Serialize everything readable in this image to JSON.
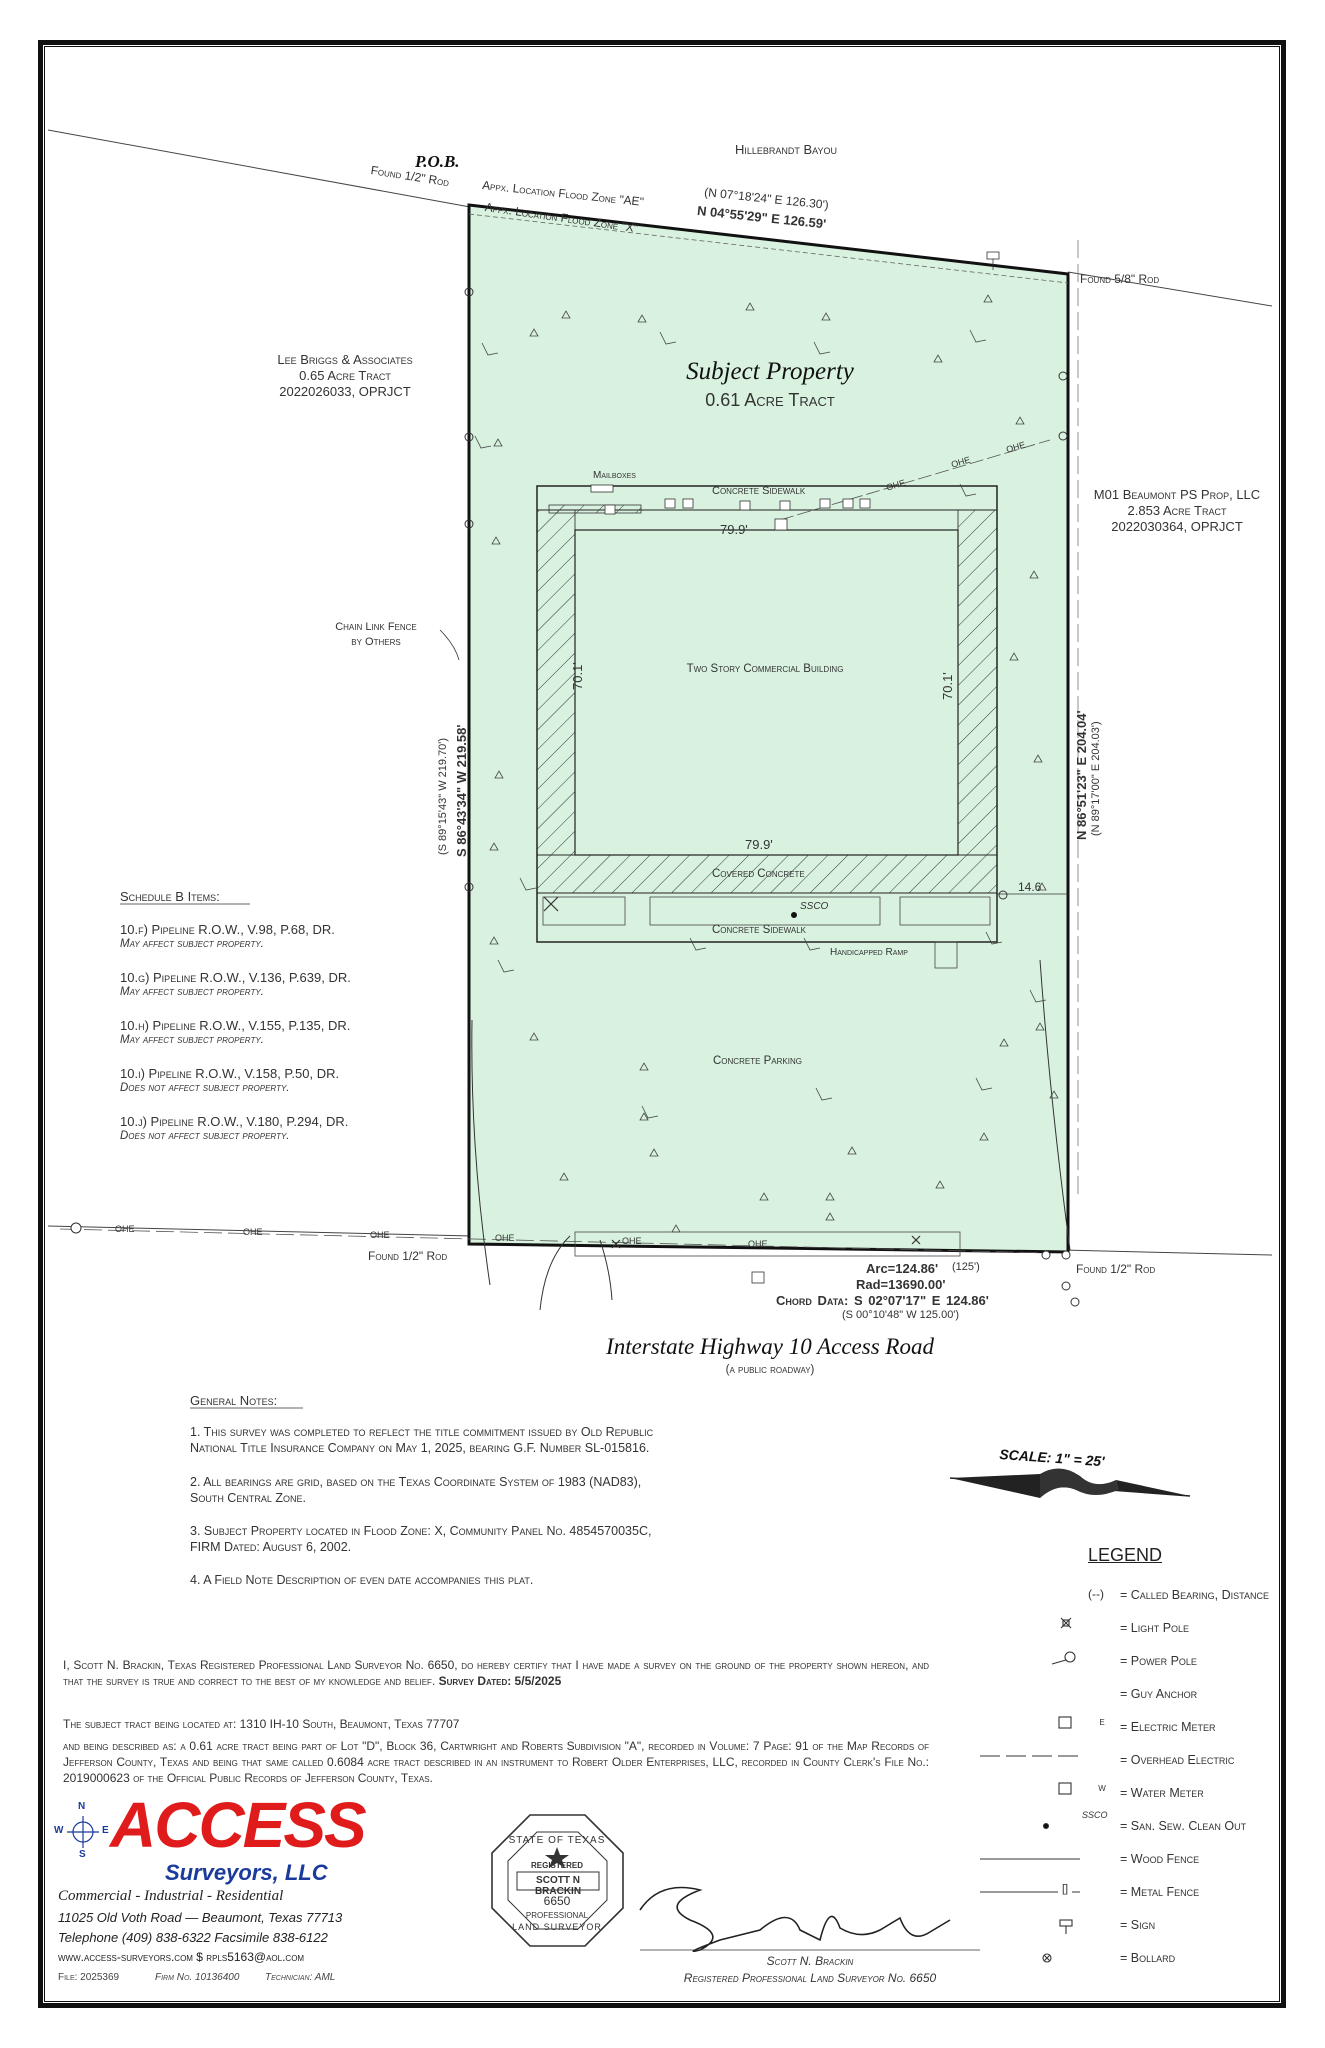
{
  "water_body": "Hillebrandt Bayou",
  "pob": "P.O.B.",
  "corners": {
    "nw": "Found 1/2\" Rod",
    "ne": "Found 5/8\" Rod",
    "sw": "Found 1/2\" Rod",
    "se": "Found 1/2\" Rod"
  },
  "flood_zones": {
    "ae": "Appx. Location Flood Zone \"AE\"",
    "x": "Appx. Location Flood Zone \"X\""
  },
  "boundaries": {
    "north_called": "(N 07°18'24\" E  126.30')",
    "north": "N 04°55'29\" E  126.59'",
    "west_called": "(S 89°15'43\" W  219.70')",
    "west": "S 86°43'34\" W  219.58'",
    "east": "N 86°51'23\" E  204.04'",
    "east_called": "(N 89°17'00\" E  204.03')",
    "arc": "Arc=124.86'",
    "arc_called": "(125')",
    "rad": "Rad=13690.00'",
    "chord": "Chord Data:  S 02°07'17\" E  124.86'",
    "chord_called": "(S 00°10'48\" W  125.00')"
  },
  "subject": {
    "title": "Subject Property",
    "acreage": "0.61 Acre Tract"
  },
  "adjoiners": {
    "west": [
      "Lee Briggs & Associates",
      "0.65 Acre Tract",
      "2022026033, OPRJCT"
    ],
    "east": [
      "M01 Beaumont PS Prop, LLC",
      "2.853 Acre Tract",
      "2022030364, OPRJCT"
    ]
  },
  "site": {
    "mailboxes": "Mailboxes",
    "sidewalk_top": "Concrete Sidewalk",
    "dim_top": "79.9'",
    "dim_bottom": "79.9'",
    "dim_left": "70.1'",
    "dim_right": "70.1'",
    "building": "Two Story Commercial Building",
    "covered": "Covered Concrete",
    "sidewalk_bottom": "Concrete Sidewalk",
    "ssco": "SSCO",
    "ramp": "Handicapped Ramp",
    "parking": "Concrete Parking",
    "fence_note": [
      "Chain Link Fence",
      "by Others"
    ],
    "dim_east": "14.6",
    "ohe": "OHE"
  },
  "road": {
    "name": "Interstate Highway 10 Access Road",
    "sub": "(a public roadway)"
  },
  "schedule_b": {
    "title": "Schedule B Items:",
    "items": [
      {
        "line": "10.f) Pipeline R.O.W., V.98, P.68, DR.",
        "status": "May affect subject property."
      },
      {
        "line": "10.g) Pipeline R.O.W., V.136, P.639, DR.",
        "status": "May affect subject property."
      },
      {
        "line": "10.h) Pipeline R.O.W., V.155, P.135, DR.",
        "status": "May affect subject property."
      },
      {
        "line": "10.i) Pipeline R.O.W., V.158, P.50, DR.",
        "status": "Does not affect subject property."
      },
      {
        "line": "10.j) Pipeline R.O.W., V.180, P.294, DR.",
        "status": "Does not affect subject property."
      }
    ]
  },
  "general_notes": {
    "title": "General Notes:",
    "notes": [
      [
        "1. This survey was completed to reflect the title commitment issued by Old Republic",
        "National Title Insurance Company on May 1, 2025, bearing G.F. Number SL-015816."
      ],
      [
        "2. All bearings are grid, based on the Texas Coordinate System of 1983 (NAD83),",
        "South Central Zone."
      ],
      [
        "3. Subject Property located in Flood Zone: X, Community Panel No. 4854570035C,",
        "FIRM Dated: August 6, 2002."
      ],
      [
        "4. A Field Note Description of even date accompanies this plat."
      ]
    ]
  },
  "scale": "SCALE: 1\" = 25'",
  "legend": {
    "title": "LEGEND",
    "items": [
      {
        "sym": "(--)",
        "label": "= Called Bearing, Distance"
      },
      {
        "sym": "light-pole",
        "label": "= Light Pole"
      },
      {
        "sym": "power-pole",
        "label": "= Power Pole"
      },
      {
        "sym": "guy",
        "label": "= Guy Anchor"
      },
      {
        "sym": "E",
        "label": "= Electric Meter"
      },
      {
        "sym": "ohe",
        "label": "= Overhead Electric"
      },
      {
        "sym": "W",
        "label": "= Water Meter"
      },
      {
        "sym": "SSCO",
        "label": "= San. Sew. Clean Out"
      },
      {
        "sym": "wood",
        "label": "= Wood Fence"
      },
      {
        "sym": "[]",
        "label": "= Metal Fence"
      },
      {
        "sym": "sign",
        "label": "= Sign"
      },
      {
        "sym": "bollard",
        "label": "= Bollard"
      }
    ]
  },
  "certification": {
    "text": "I, Scott N. Brackin, Texas Registered Professional Land Surveyor No. 6650, do hereby certify that I have made a survey on the ground of the property shown hereon, and that the survey is true and correct to the best of my knowledge and belief.",
    "dated": "Survey Dated: 5/5/2025",
    "located": "The subject tract being located at: 1310 IH-10 South, Beaumont, Texas 77707",
    "described": "and being described as: a 0.61 acre tract being part of Lot \"D\", Block 36, Cartwright and Roberts Subdivision \"A\", recorded in Volume: 7 Page: 91 of the Map Records of Jefferson County, Texas and being that same called 0.6084 acre tract described in an instrument to Robert Older Enterprises, LLC, recorded in County Clerk's File No.: 2019000623 of the Official Public Records of Jefferson County, Texas."
  },
  "company": {
    "compass": [
      "N",
      "W",
      "E",
      "S"
    ],
    "logo": "ACCESS",
    "name": "Surveyors, LLC",
    "tagline": "Commercial - Industrial - Residential",
    "address": "11025 Old Voth Road   —   Beaumont, Texas 77713",
    "phone": "Telephone (409) 838-6322  Facsimile 838-6122",
    "web": "www.access-surveyors.com $ rpls5163@aol.com",
    "file": "File: 2025369",
    "firm": "Firm No. 10136400",
    "tech": "Technician: AML"
  },
  "seal": {
    "top": "STATE OF TEXAS",
    "registered": "REGISTERED",
    "name": "SCOTT N BRACKIN",
    "number": "6650",
    "bottom1": "PROFESSIONAL",
    "bottom2": "LAND SURVEYOR"
  },
  "signature": {
    "name": "Scott N. Brackin",
    "title": "Registered Professional Land Surveyor No. 6650"
  },
  "colors": {
    "tract_fill": "#d9f2df",
    "logo_red": "#e01b1b",
    "logo_blue": "#1a3a9c"
  }
}
